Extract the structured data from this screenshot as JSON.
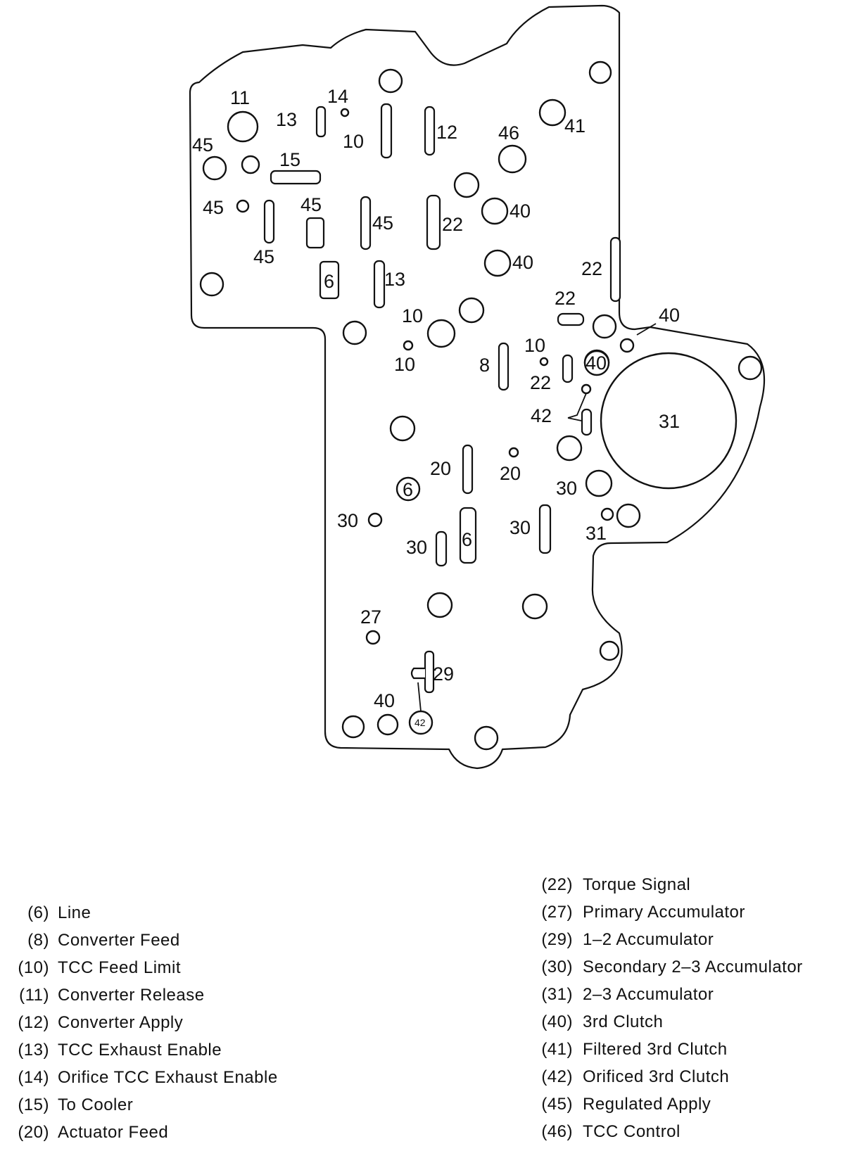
{
  "diagram": {
    "labels": {
      "l11": "11",
      "l13a": "13",
      "l14": "14",
      "l10a": "10",
      "l12": "12",
      "l46": "46",
      "l41": "41",
      "l45a": "45",
      "l15": "15",
      "l45b": "45",
      "l45c": "45",
      "l45d": "45",
      "l45e": "45",
      "l22a": "22",
      "l40a": "40",
      "l40b": "40",
      "l22b": "22",
      "l6a": "6",
      "l13b": "13",
      "l10b": "10",
      "l10c": "10",
      "l22c": "22",
      "l40c": "40",
      "l8": "8",
      "l10d": "10",
      "l22d": "22",
      "l40d": "40",
      "l42a": "42",
      "l31a": "31",
      "l20a": "20",
      "l20b": "20",
      "l6b": "6",
      "l30a": "30",
      "l30b": "30",
      "l30c": "30",
      "l30d": "30",
      "l6c": "6",
      "l31b": "31",
      "l27": "27",
      "l29": "29",
      "l40e": "40",
      "l42b": "42"
    }
  },
  "legend": {
    "left": [
      {
        "code": "(6)",
        "desc": "Line"
      },
      {
        "code": "(8)",
        "desc": "Converter Feed"
      },
      {
        "code": "(10)",
        "desc": "TCC Feed Limit"
      },
      {
        "code": "(11)",
        "desc": "Converter Release"
      },
      {
        "code": "(12)",
        "desc": "Converter Apply"
      },
      {
        "code": "(13)",
        "desc": "TCC Exhaust Enable"
      },
      {
        "code": "(14)",
        "desc": "Orifice TCC Exhaust Enable"
      },
      {
        "code": "(15)",
        "desc": "To Cooler"
      },
      {
        "code": "(20)",
        "desc": "Actuator Feed"
      }
    ],
    "right": [
      {
        "code": "(22)",
        "desc": "Torque Signal"
      },
      {
        "code": "(27)",
        "desc": "Primary Accumulator"
      },
      {
        "code": "(29)",
        "desc": "1–2 Accumulator"
      },
      {
        "code": "(30)",
        "desc": "Secondary 2–3 Accumulator"
      },
      {
        "code": "(31)",
        "desc": "2–3 Accumulator"
      },
      {
        "code": "(40)",
        "desc": "3rd Clutch"
      },
      {
        "code": "(41)",
        "desc": "Filtered 3rd Clutch"
      },
      {
        "code": "(42)",
        "desc": "Orificed 3rd Clutch"
      },
      {
        "code": "(45)",
        "desc": "Regulated Apply"
      },
      {
        "code": "(46)",
        "desc": "TCC Control"
      }
    ]
  }
}
